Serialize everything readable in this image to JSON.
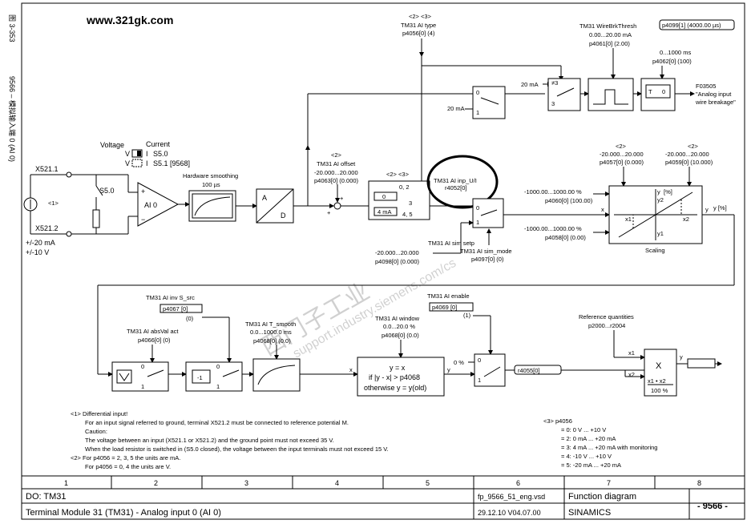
{
  "side": {
    "figure_no": "图 3-353",
    "title_cn": "9566 – 模拟输入端 0 (AI 0)"
  },
  "watermark_top": "www.321gk.com",
  "watermark_cn": "西门子工业",
  "watermark_url": "support.industry.siemens.com/cs",
  "top_right_badge": "p4099[1] (4000.00 µs)",
  "terminals": {
    "t1": "X521.1",
    "t2": "X521.2",
    "range1": "+/-20 mA",
    "range2": "+/-10 V",
    "note1": "<1>"
  },
  "switch_s50": "S5.0",
  "voltage_current": {
    "voltage": "Voltage",
    "current": "Current",
    "v1": "V",
    "i1": "I",
    "s1": "S5.0",
    "v2": "V",
    "i2": "I",
    "s2": "S5.1 [9568]"
  },
  "ai0": "AI 0",
  "hw_smoothing": {
    "label": "Hardware smoothing",
    "value": "100 µs"
  },
  "ad": {
    "a": "A",
    "d": "D"
  },
  "ai_offset": {
    "ref": "<2>",
    "label": "TM31 AI offset",
    "range": "-20.000...20.000",
    "param": "p4063[0] (0.000)"
  },
  "ai_type": {
    "ref": "<2> <3>",
    "label": "TM31 AI type",
    "param": "p4056[0] (4)"
  },
  "type_selector": {
    "ref": "<2> <3>",
    "opt1": "0, 2",
    "opt2": "3",
    "opt3": "4, 5",
    "mA": "4 mA",
    "zero": "0"
  },
  "inp_ui": {
    "label": "TM31 AI inp_U/I",
    "param": "r4052[0]"
  },
  "sim_setp": {
    "label": "TM31 AI sim setp",
    "range": "-20.000...20.000",
    "param": "p4098[0] (0.000)"
  },
  "sim_mode": {
    "label": "TM31 AI sim_mode",
    "param": "p4097[0] (0)"
  },
  "wire_brk": {
    "label": "TM31 WireBrkThresh",
    "range": "0.00...20.00 mA",
    "param": "p4061[0] (2.00)",
    "ms_range": "0...1000 ms",
    "ms_param": "p4062[0] (100)",
    "fault": "F03505",
    "fault_text1": "\"Analog input",
    "fault_text2": "wire breakage\"",
    "ma20a": "20 mA",
    "ma20b": "20 mA",
    "t": "T",
    "zero": "0"
  },
  "scaling": {
    "ref1": "<2>",
    "x1_range": "-20.000...20.000",
    "x1_param": "p4057[0] (0.000)",
    "ref2": "<2>",
    "x2_range": "-20.000...20.000",
    "x2_param": "p4059[0] (10.000)",
    "y2_range": "-1000.00...1000.00 %",
    "y2_param": "p4060[0] (100.00)",
    "y1_range": "-1000.00...1000.00 %",
    "y1_param": "p4058[0] (0.00)",
    "caption": "Scaling",
    "y_pct": "y [%]",
    "x": "x",
    "y": "y",
    "y2": "y2",
    "y1": "y1",
    "x1": "x1",
    "x2": "x2",
    "pct": "[%]"
  },
  "inv_src": {
    "label": "TM31 AI inv S_src",
    "param": "p4067 [0]",
    "default": "(0)"
  },
  "absval": {
    "label": "TM31 AI absVal act",
    "param": "p4066[0] (0)"
  },
  "t_smooth": {
    "label": "TM31 AI T_smooth",
    "range": "0.0...1000.0 ms",
    "param": "p4068[0] (0.0)"
  },
  "enable": {
    "label": "TM31 AI enable",
    "param": "p4069 [0]",
    "default": "(1)"
  },
  "window": {
    "label": "TM31 AI window",
    "range": "0.0...20.0 %",
    "param": "p4068[0] (0.0)",
    "l1": "y = x",
    "l2": "if |y - x| > p4068",
    "l3": "otherwise y = y(old)",
    "x": "x",
    "y": "y"
  },
  "zero_pct": "0 %",
  "r4055": "r4055[0]",
  "ref_qty": {
    "label": "Reference quantities",
    "param": "p2000...r2004"
  },
  "mult": {
    "x": "X",
    "f": "x1 • x2",
    "d": "100 %",
    "x1": "x1",
    "x2": "x2",
    "y": "y"
  },
  "minus1": "-1",
  "notes": [
    "<1> Differential input!",
    "For an input signal referred to ground, terminal X521.2 must be connected to reference potential M.",
    "Caution:",
    "The voltage between an input (X521.1 or X521.2) and the ground point must not exceed 35 V.",
    "When the load resistor is switched in (S5.0 closed), the voltage between the input terminals must not exceed 15 V.",
    "<2> For p4056 = 2, 3, 5 the units are mA.",
    "For p4056 = 0, 4 the units are V."
  ],
  "legend3": {
    "head": "<3> p4056",
    "items": [
      "= 0: 0 V ... +10 V",
      "= 2: 0 mA ... +20 mA",
      "= 3: 4 mA ... +20 mA with monitoring",
      "= 4: -10 V ... +10 V",
      "= 5: -20 mA ... +20 mA"
    ]
  },
  "columns": [
    "1",
    "2",
    "3",
    "4",
    "5",
    "6",
    "7",
    "8"
  ],
  "footer": {
    "do": "DO: TM31",
    "title": "Terminal Module 31 (TM31) - Analog input 0 (AI 0)",
    "file": "fp_9566_51_eng.vsd",
    "date": "29.12.10  V04.07.00",
    "fd": "Function diagram",
    "sinamics": "SINAMICS",
    "number": "- 9566 -"
  }
}
